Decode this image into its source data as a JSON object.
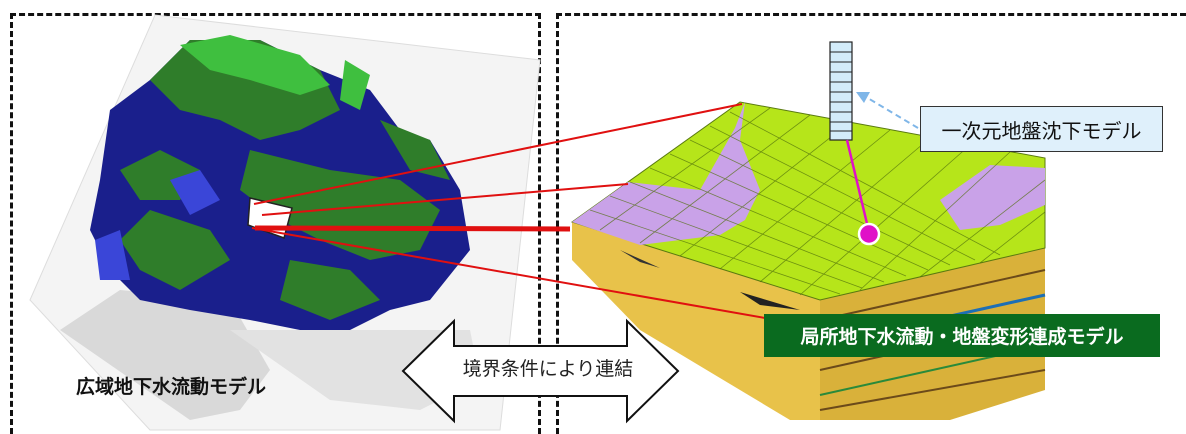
{
  "labels": {
    "one_dim_model": "一次元地盤沈下モデル",
    "local_model": "局所地下水流動・地盤変形連成モデル",
    "regional_model": "広域地下水流動モデル",
    "boundary_link": "境界条件により連結"
  },
  "colors": {
    "dark_blue": "#1a1f8c",
    "green": "#2f7d2a",
    "light_green": "#3fbf3f",
    "lime_surface": "#b6e51a",
    "lavender": "#c9a2e8",
    "connector_red": "#e01010",
    "pin_magenta": "#e010c8",
    "label_blue_bg": "#dff0fb",
    "label_green_bg": "#0a6b1f"
  },
  "icons": {
    "double_arrow": "left-right-arrow-icon",
    "point_marker": "magenta-dot-icon",
    "soil_column": "layered-column-icon"
  }
}
